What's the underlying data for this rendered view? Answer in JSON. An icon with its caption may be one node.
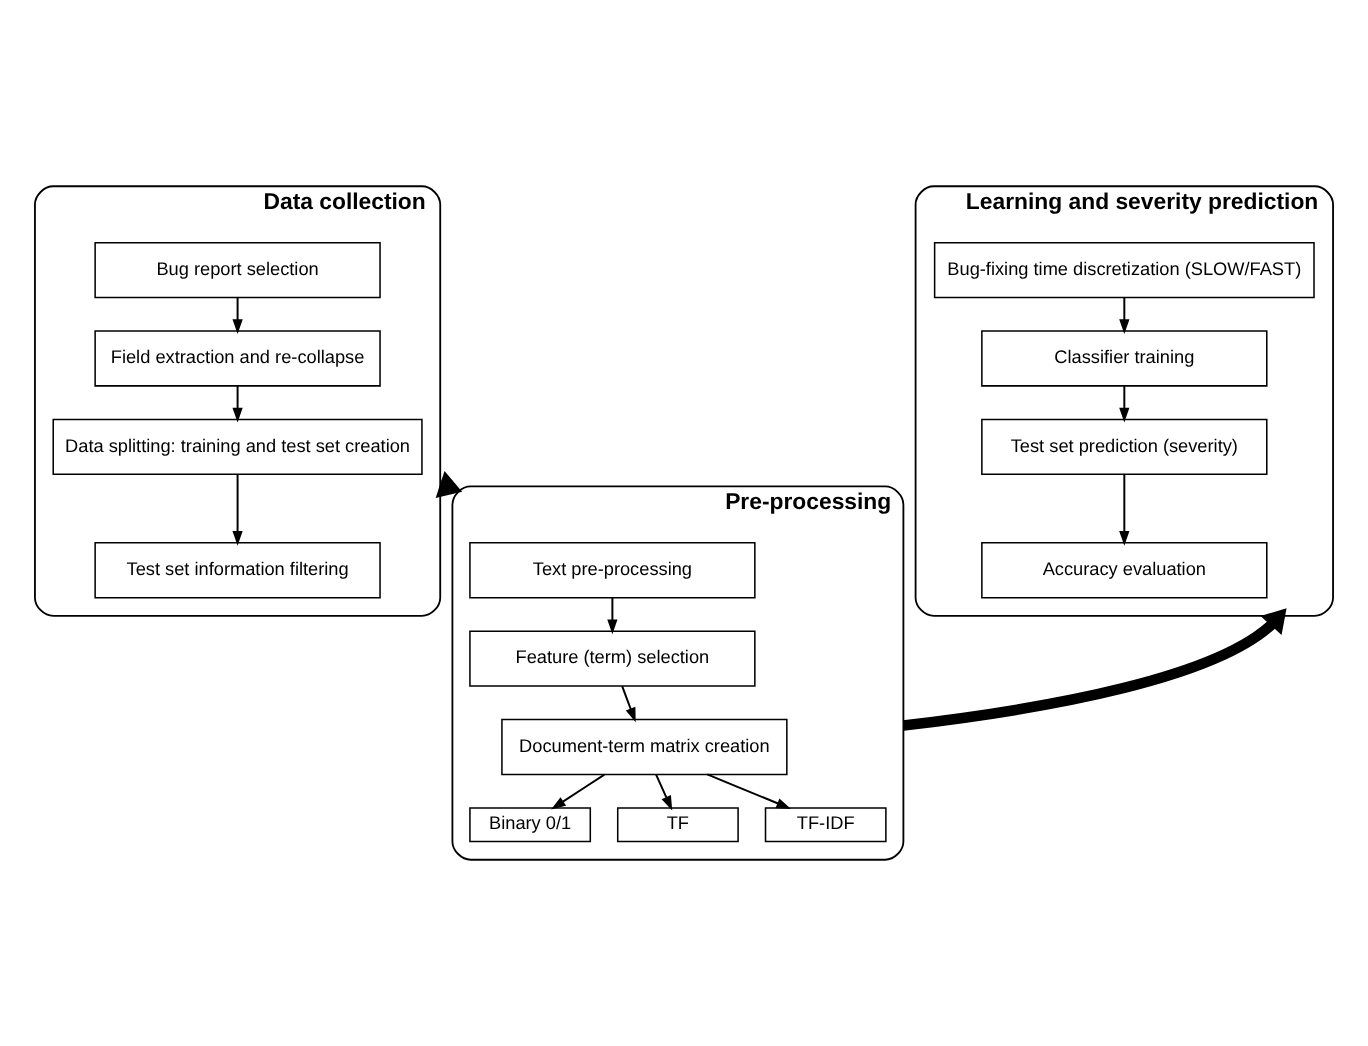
{
  "diagram": {
    "nodes": [
      {
        "text": [
          "Data collection"
        ]
      },
      {
        "text": [
          "Bug report selection"
        ],
        "in": 0
      },
      {
        "text": [
          "Field extraction and re-collapse"
        ],
        "in": 0
      },
      {
        "text": [
          "Data splitting: training and test set creation"
        ],
        "in": 0
      },
      {
        "text": [
          "Test set information filtering"
        ],
        "in": 0
      },
      {
        "text": [
          "Pre-processing"
        ]
      },
      {
        "text": [
          "Text pre-processing"
        ],
        "in": 5
      },
      {
        "text": [
          "Feature (term) selection"
        ],
        "in": 5
      },
      {
        "text": [
          "Document-term matrix creation"
        ],
        "in": 5
      },
      {
        "text": [
          "Binary 0/1"
        ],
        "in": 5
      },
      {
        "text": [
          "TF"
        ],
        "in": 5
      },
      {
        "text": [
          "TF-IDF"
        ],
        "in": 5
      },
      {
        "text": [
          "Learning and severity prediction"
        ]
      },
      {
        "text": [
          "Bug-fixing time discretization (SLOW/FAST)"
        ],
        "in": 12
      },
      {
        "text": [
          "Classifier training"
        ],
        "in": 12
      },
      {
        "text": [
          "Test set prediction (severity)"
        ],
        "in": 12
      },
      {
        "text": [
          "Accuracy evaluation"
        ],
        "in": 12
      }
    ],
    "edges": [
      {
        "from": 1,
        "to": 2,
        "arrow": "to"
      },
      {
        "from": 2,
        "to": 3,
        "arrow": "to"
      },
      {
        "from": 3,
        "to": 4,
        "arrow": "to"
      },
      {
        "from": 0,
        "to": 5,
        "arrow": "to",
        "style": "thick"
      },
      {
        "from": 6,
        "to": 7,
        "arrow": "to"
      },
      {
        "from": 7,
        "to": 8,
        "arrow": "to"
      },
      {
        "from": 8,
        "to": 9,
        "arrow": "to"
      },
      {
        "from": 8,
        "to": 10,
        "arrow": "to"
      },
      {
        "from": 8,
        "to": 11,
        "arrow": "to"
      },
      {
        "from": 5,
        "to": 12,
        "arrow": "to",
        "style": "thick"
      },
      {
        "from": 13,
        "to": 14,
        "arrow": "to"
      },
      {
        "from": 14,
        "to": 15,
        "arrow": "to"
      },
      {
        "from": 15,
        "to": 16,
        "arrow": "to"
      }
    ]
  }
}
